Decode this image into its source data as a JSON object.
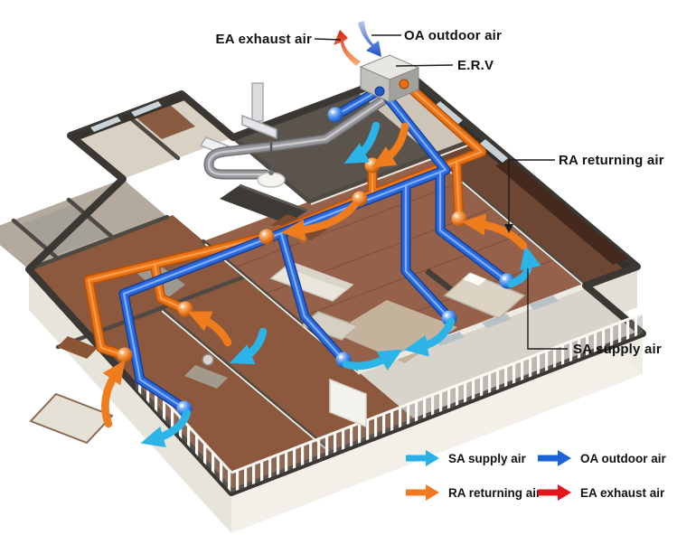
{
  "callouts": {
    "ea": "EA exhaust air",
    "oa": "OA outdoor air",
    "erv": "E.R.V",
    "ra": "RA returning air",
    "sa": "SA supply air"
  },
  "legend": {
    "items": [
      {
        "id": "sa",
        "label": "SA supply air",
        "color": "#29b0e6"
      },
      {
        "id": "oa",
        "label": "OA outdoor air",
        "color": "#1a62d5"
      },
      {
        "id": "ra",
        "label": "RA returning air",
        "color": "#f4791f"
      },
      {
        "id": "ea",
        "label": "EA exhaust air",
        "color": "#e8141c"
      }
    ]
  },
  "system": {
    "colors": {
      "supply_duct": "#2b6ade",
      "return_duct": "#ea7316",
      "supply_arrow": "#2cb3e8",
      "return_arrow": "#ef7d1d",
      "exhaust_arrow": "#d8230e",
      "outdoor_arrow": "#1c50c8"
    }
  }
}
